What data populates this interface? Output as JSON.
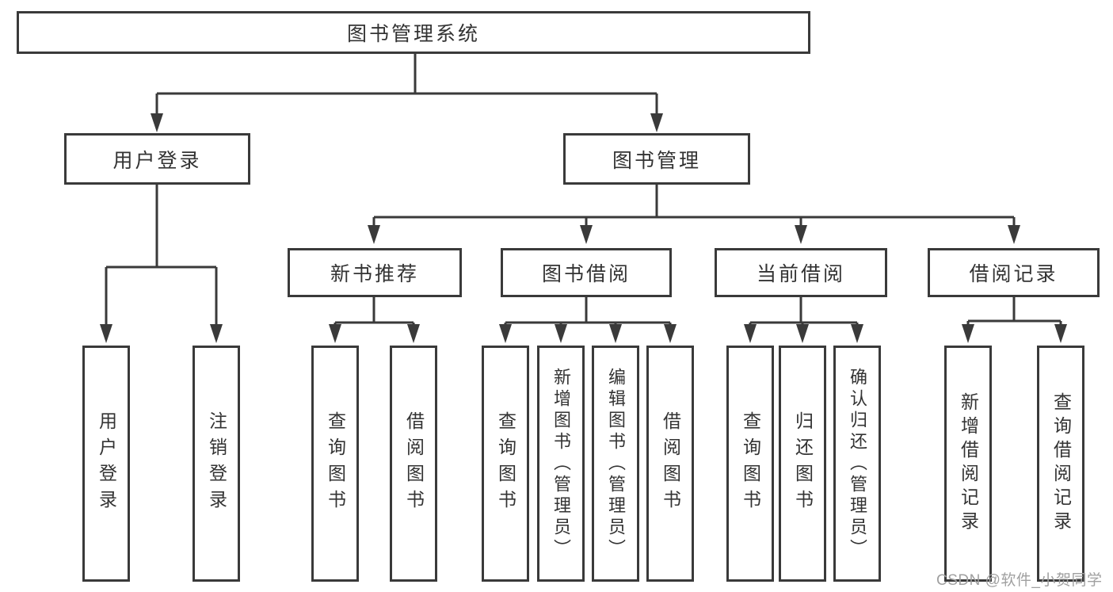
{
  "colors": {
    "line": "#3a3a3a",
    "text": "#333333",
    "background": "#ffffff",
    "watermark": "#a0a0a0"
  },
  "nodes": {
    "root": "图书管理系统",
    "user_login": "用户登录",
    "book_mgmt": "图书管理",
    "new_book_rec": "新书推荐",
    "book_borrow": "图书借阅",
    "current_borrow": "当前借阅",
    "borrow_record": "借阅记录",
    "ul_login": "用户登录",
    "ul_logout": "注销登录",
    "nbr_query": "查询图书",
    "nbr_borrow": "借阅图书",
    "bb_query": "查询图书",
    "bb_add": "新增图书（管理员）",
    "bb_edit": "编辑图书（管理员）",
    "bb_borrow": "借阅图书",
    "cb_query": "查询图书",
    "cb_return": "归还图书",
    "cb_confirm": "确认归还（管理员）",
    "br_add": "新增借阅记录",
    "br_query": "查询借阅记录"
  },
  "watermark": {
    "text": "CSDN @软件_小贺同学"
  }
}
